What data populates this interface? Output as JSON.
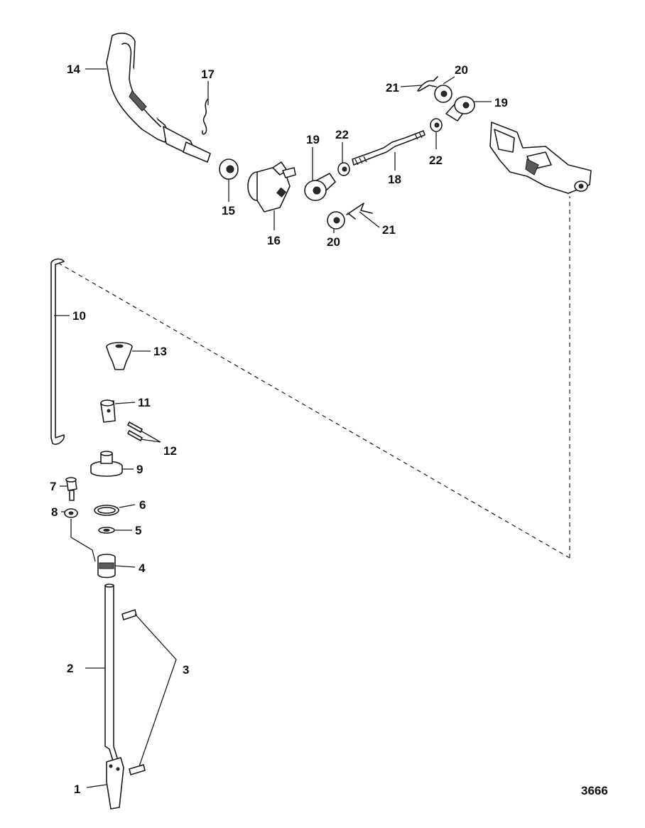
{
  "figure_number": "3666",
  "callouts": {
    "c1": "1",
    "c2": "2",
    "c3": "3",
    "c4": "4",
    "c5": "5",
    "c6": "6",
    "c7": "7",
    "c8": "8",
    "c9": "9",
    "c10": "10",
    "c11": "11",
    "c12": "12",
    "c13": "13",
    "c14": "14",
    "c15": "15",
    "c16": "16",
    "c17": "17",
    "c18": "18",
    "c19a": "19",
    "c19b": "19",
    "c20a": "20",
    "c20b": "20",
    "c21a": "21",
    "c21b": "21",
    "c22a": "22",
    "c22b": "22"
  }
}
